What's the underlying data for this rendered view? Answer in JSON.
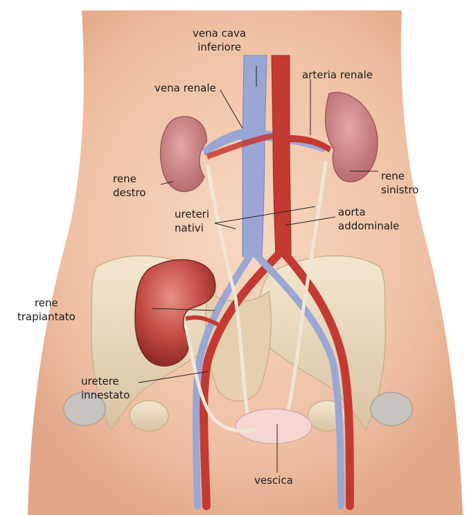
{
  "labels": {
    "vena_cava_inferiore": "vena cava\ninferiore",
    "arteria_renale": "arteria renale",
    "vena_renale": "vena renale",
    "rene_destro": "rene\ndestro",
    "rene_sinistro": "rene\nsinistro",
    "ureteri_nativi": "ureteri\nnativi",
    "aorta_addominale": "aorta\naddominale",
    "rene_trapiantato": "rene\ntrapiantato",
    "uretere_innestato": "uretere\ninnestato",
    "vescica": "vescica"
  },
  "colors": {
    "skin": "#f2c9ad",
    "bone": "#ecdcc0",
    "kidney": "#c9787a",
    "transplant_kidney": "#b8413c",
    "vein": "#9aa6d4",
    "artery": "#c33a32",
    "ureter": "#efe6d6",
    "bladder": "#f5d6d2"
  }
}
